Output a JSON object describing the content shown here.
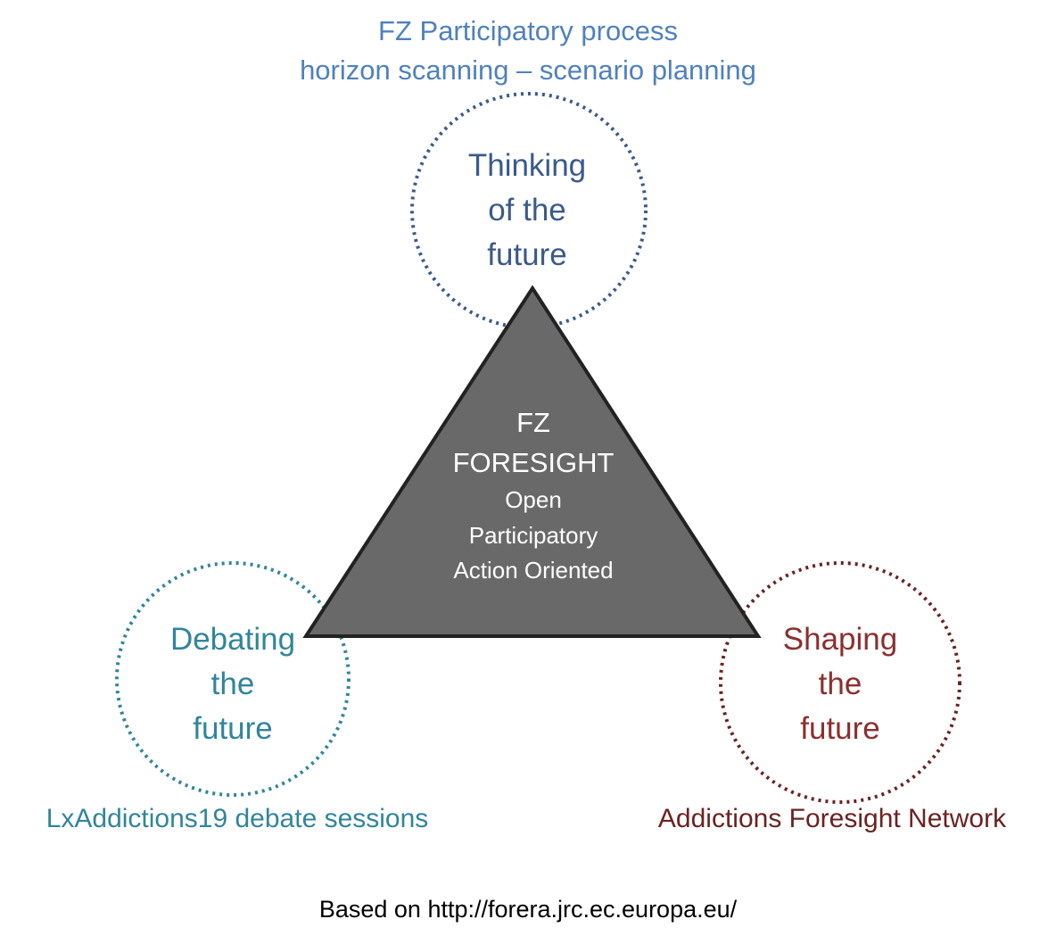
{
  "header": {
    "line1": "FZ  Participatory process",
    "line2": "horizon scanning – scenario planning"
  },
  "triangle": {
    "line1": "FZ",
    "line2": "FORESIGHT",
    "line3": "Open",
    "line4": "Participatory",
    "line5": "Action Oriented"
  },
  "circles": {
    "top": {
      "line1": "Thinking",
      "line2": "of the",
      "line3": "future",
      "color": "#3a5a8c"
    },
    "left": {
      "line1": "Debating",
      "line2": "the",
      "line3": "future",
      "color": "#31859c"
    },
    "right": {
      "line1": "Shaping",
      "line2": "the",
      "line3": "future",
      "color": "#8b2f2f"
    }
  },
  "captions": {
    "left": "LxAddictions19 debate sessions",
    "right": "Addictions Foresight Network"
  },
  "colors": {
    "header": "#4f81bd",
    "triangle_fill": "#696969",
    "triangle_stroke": "#222222",
    "right_caption": "#6b2222"
  },
  "footer": "Based on http://forera.jrc.ec.europa.eu/"
}
